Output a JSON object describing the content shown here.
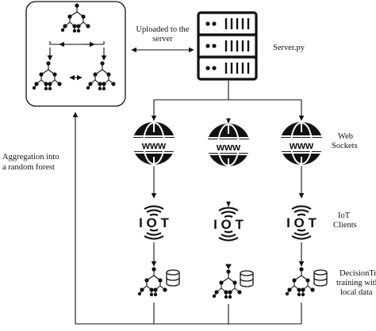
{
  "labels": {
    "upload": [
      "Uploaded to the",
      "server"
    ],
    "server": "Server.py",
    "websockets": [
      "Web",
      "Sockets"
    ],
    "iot_clients": [
      "IoT",
      "Clients"
    ],
    "aggregation": [
      "Aggregation into",
      "a random forest"
    ],
    "training": [
      "DecisionTree",
      "training with",
      "local data"
    ]
  },
  "icons": [
    "decision-tree-icon",
    "server-rack-icon",
    "www-globe-icon",
    "iot-antenna-icon",
    "database-icon"
  ],
  "columns": [
    "client-1",
    "client-2",
    "client-3"
  ]
}
